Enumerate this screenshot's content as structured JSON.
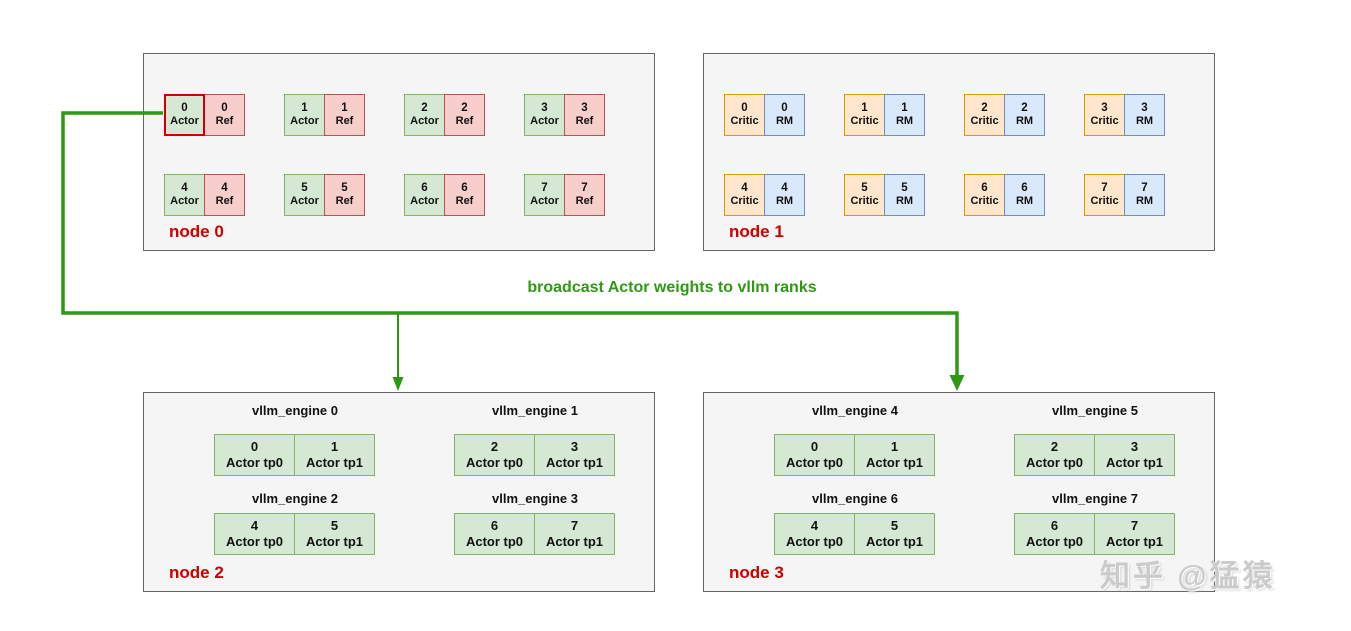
{
  "colors": {
    "actor_fill": "#d5e8d4",
    "actor_stroke": "#82b366",
    "ref_fill": "#f8cecc",
    "ref_stroke": "#b85450",
    "critic_fill": "#ffe6cc",
    "critic_stroke": "#d79b00",
    "rm_fill": "#dae8fc",
    "rm_stroke": "#6c8ebf",
    "node_fill": "#f5f5f5",
    "node_stroke": "#666666",
    "node_label_color": "#cc0000",
    "arrow_color": "#2f9913",
    "highlight_border": "#cc0000"
  },
  "arrow": {
    "label": "broadcast Actor weights to vllm ranks"
  },
  "watermark": "知乎 @猛猿",
  "node0": {
    "label": "node 0",
    "pairs": [
      {
        "cells": [
          {
            "num": "0",
            "role": "Actor"
          },
          {
            "num": "0",
            "role": "Ref"
          }
        ]
      },
      {
        "cells": [
          {
            "num": "1",
            "role": "Actor"
          },
          {
            "num": "1",
            "role": "Ref"
          }
        ]
      },
      {
        "cells": [
          {
            "num": "2",
            "role": "Actor"
          },
          {
            "num": "2",
            "role": "Ref"
          }
        ]
      },
      {
        "cells": [
          {
            "num": "3",
            "role": "Actor"
          },
          {
            "num": "3",
            "role": "Ref"
          }
        ]
      },
      {
        "cells": [
          {
            "num": "4",
            "role": "Actor"
          },
          {
            "num": "4",
            "role": "Ref"
          }
        ]
      },
      {
        "cells": [
          {
            "num": "5",
            "role": "Actor"
          },
          {
            "num": "5",
            "role": "Ref"
          }
        ]
      },
      {
        "cells": [
          {
            "num": "6",
            "role": "Actor"
          },
          {
            "num": "6",
            "role": "Ref"
          }
        ]
      },
      {
        "cells": [
          {
            "num": "7",
            "role": "Actor"
          },
          {
            "num": "7",
            "role": "Ref"
          }
        ]
      }
    ]
  },
  "node1": {
    "label": "node 1",
    "pairs": [
      {
        "cells": [
          {
            "num": "0",
            "role": "Critic"
          },
          {
            "num": "0",
            "role": "RM"
          }
        ]
      },
      {
        "cells": [
          {
            "num": "1",
            "role": "Critic"
          },
          {
            "num": "1",
            "role": "RM"
          }
        ]
      },
      {
        "cells": [
          {
            "num": "2",
            "role": "Critic"
          },
          {
            "num": "2",
            "role": "RM"
          }
        ]
      },
      {
        "cells": [
          {
            "num": "3",
            "role": "Critic"
          },
          {
            "num": "3",
            "role": "RM"
          }
        ]
      },
      {
        "cells": [
          {
            "num": "4",
            "role": "Critic"
          },
          {
            "num": "4",
            "role": "RM"
          }
        ]
      },
      {
        "cells": [
          {
            "num": "5",
            "role": "Critic"
          },
          {
            "num": "5",
            "role": "RM"
          }
        ]
      },
      {
        "cells": [
          {
            "num": "6",
            "role": "Critic"
          },
          {
            "num": "6",
            "role": "RM"
          }
        ]
      },
      {
        "cells": [
          {
            "num": "7",
            "role": "Critic"
          },
          {
            "num": "7",
            "role": "RM"
          }
        ]
      }
    ]
  },
  "node2": {
    "label": "node 2",
    "engines": [
      {
        "title": "vllm_engine 0",
        "cells": [
          {
            "num": "0",
            "role": "Actor tp0"
          },
          {
            "num": "1",
            "role": "Actor tp1"
          }
        ]
      },
      {
        "title": "vllm_engine 1",
        "cells": [
          {
            "num": "2",
            "role": "Actor tp0"
          },
          {
            "num": "3",
            "role": "Actor tp1"
          }
        ]
      },
      {
        "title": "vllm_engine 2",
        "cells": [
          {
            "num": "4",
            "role": "Actor tp0"
          },
          {
            "num": "5",
            "role": "Actor tp1"
          }
        ]
      },
      {
        "title": "vllm_engine 3",
        "cells": [
          {
            "num": "6",
            "role": "Actor tp0"
          },
          {
            "num": "7",
            "role": "Actor tp1"
          }
        ]
      }
    ]
  },
  "node3": {
    "label": "node 3",
    "engines": [
      {
        "title": "vllm_engine 4",
        "cells": [
          {
            "num": "0",
            "role": "Actor tp0"
          },
          {
            "num": "1",
            "role": "Actor tp1"
          }
        ]
      },
      {
        "title": "vllm_engine 5",
        "cells": [
          {
            "num": "2",
            "role": "Actor tp0"
          },
          {
            "num": "3",
            "role": "Actor tp1"
          }
        ]
      },
      {
        "title": "vllm_engine 6",
        "cells": [
          {
            "num": "4",
            "role": "Actor tp0"
          },
          {
            "num": "5",
            "role": "Actor tp1"
          }
        ]
      },
      {
        "title": "vllm_engine 7",
        "cells": [
          {
            "num": "6",
            "role": "Actor tp0"
          },
          {
            "num": "7",
            "role": "Actor tp1"
          }
        ]
      }
    ]
  }
}
